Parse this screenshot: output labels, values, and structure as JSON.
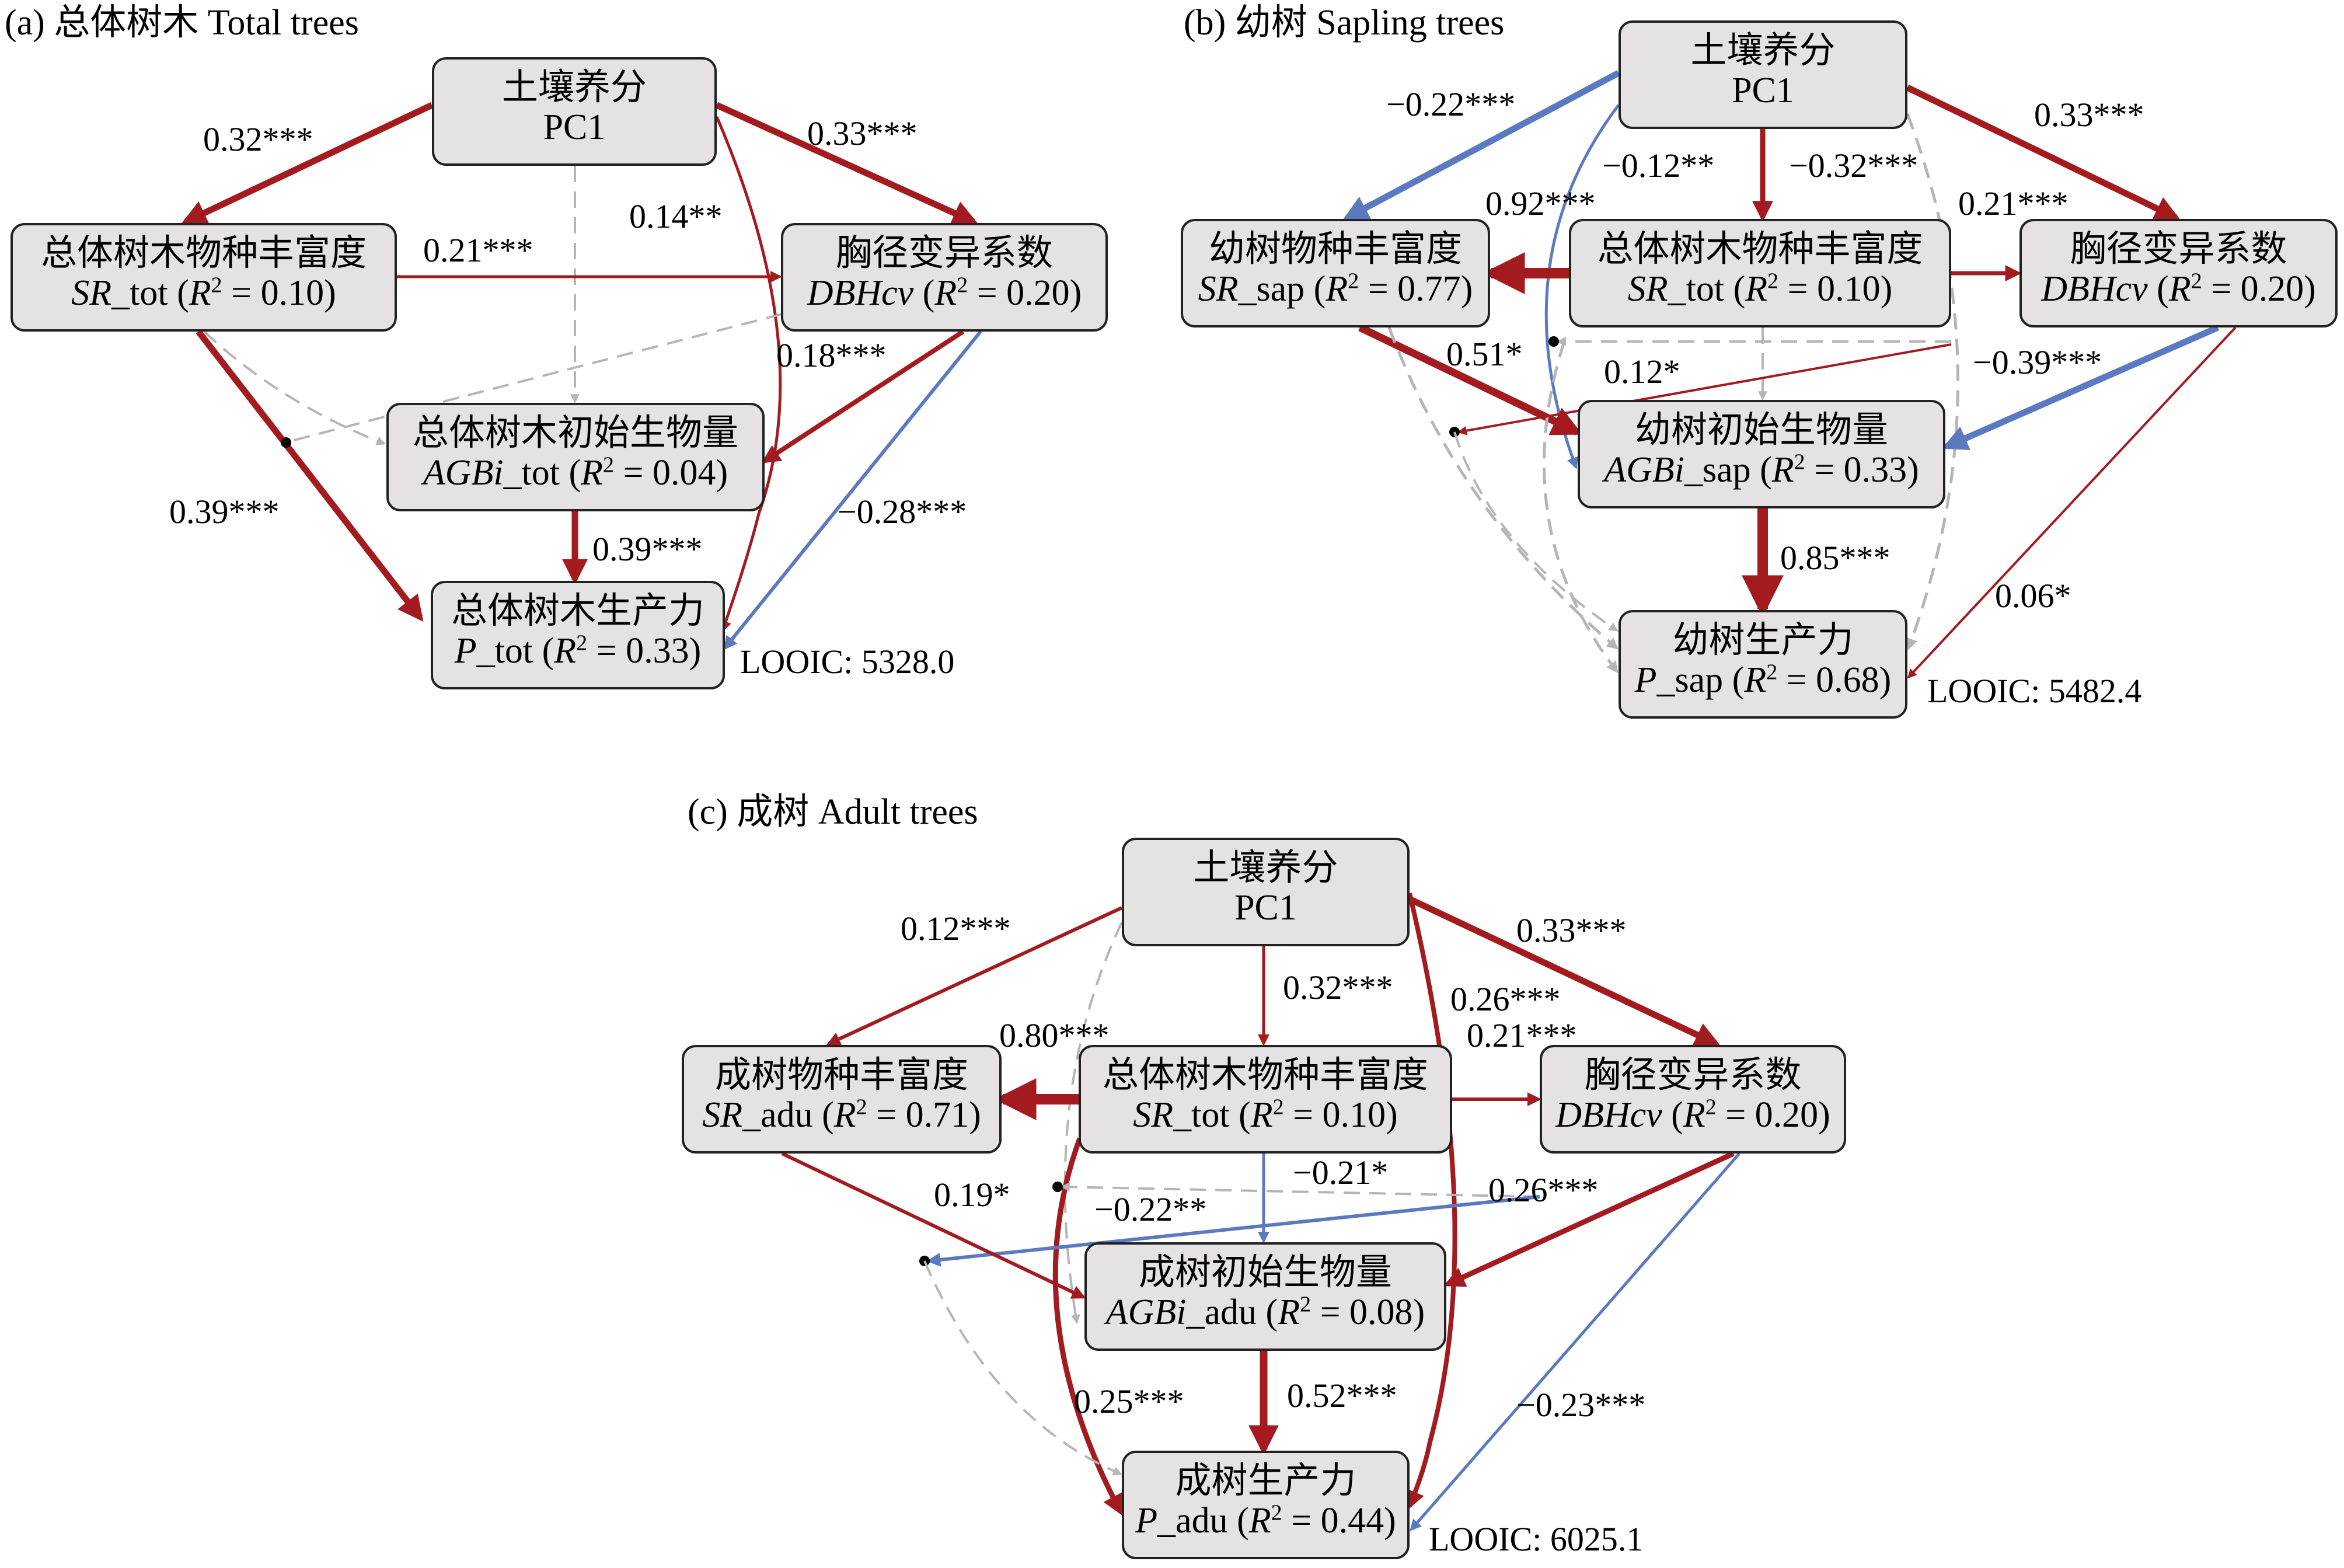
{
  "colors": {
    "positive": "#a31a1f",
    "negative": "#5b79c0",
    "nonsignificant": "#b5b5b5",
    "node_fill": "#e4e2e3"
  },
  "panels": {
    "a": {
      "title": "(a) 总体树木 Total trees",
      "nodes": {
        "pc1": {
          "line1": "土壤养分",
          "line2": "PC1"
        },
        "sr": {
          "line1": "总体树木物种丰富度",
          "line2_i": "SR",
          "line2_r": "_tot (",
          "line2_i2": "R",
          "sup": "2",
          "line2_end": " = 0.10)"
        },
        "dbh": {
          "line1": "胸径变异系数",
          "line2_i": "DBHcv",
          "line2_r": " (",
          "line2_i2": "R",
          "sup": "2",
          "line2_end": " = 0.20)"
        },
        "agb": {
          "line1": "总体树木初始生物量",
          "line2_i": "AGBi",
          "line2_r": "_tot (",
          "line2_i2": "R",
          "sup": "2",
          "line2_end": " = 0.04)"
        },
        "p": {
          "line1": "总体树木生产力",
          "line2_i": "P",
          "line2_r": "_tot (",
          "line2_i2": "R",
          "sup": "2",
          "line2_end": " = 0.33)"
        }
      },
      "coefs": [
        "0.32***",
        "0.33***",
        "0.14**",
        "0.21***",
        "0.18***",
        "0.39***",
        "0.39***",
        "−0.28***"
      ],
      "looic": "LOOIC: 5328.0"
    },
    "b": {
      "title": "(b) 幼树 Sapling trees",
      "nodes": {
        "pc1": {
          "line1": "土壤养分",
          "line2": "PC1"
        },
        "srsap": {
          "line1": "幼树物种丰富度",
          "line2_i": "SR",
          "line2_r": "_sap (",
          "line2_i2": "R",
          "sup": "2",
          "line2_end": " = 0.77)"
        },
        "srtot": {
          "line1": "总体树木物种丰富度",
          "line2_i": "SR",
          "line2_r": "_tot (",
          "line2_i2": "R",
          "sup": "2",
          "line2_end": " = 0.10)"
        },
        "dbh": {
          "line1": "胸径变异系数",
          "line2_i": "DBHcv",
          "line2_r": " (",
          "line2_i2": "R",
          "sup": "2",
          "line2_end": " = 0.20)"
        },
        "agb": {
          "line1": "幼树初始生物量",
          "line2_i": "AGBi",
          "line2_r": "_sap (",
          "line2_i2": "R",
          "sup": "2",
          "line2_end": " = 0.33)"
        },
        "p": {
          "line1": "幼树生产力",
          "line2_i": "P",
          "line2_r": "_sap (",
          "line2_i2": "R",
          "sup": "2",
          "line2_end": " = 0.68)"
        }
      },
      "coefs": [
        "−0.22***",
        "0.33***",
        "−0.12**",
        "−0.32***",
        "0.92***",
        "0.21***",
        "0.51*",
        "0.12*",
        "−0.39***",
        "0.85***",
        "0.06*"
      ],
      "looic": "LOOIC: 5482.4"
    },
    "c": {
      "title": "(c) 成树 Adult trees",
      "nodes": {
        "pc1": {
          "line1": "土壤养分",
          "line2": "PC1"
        },
        "sradu": {
          "line1": "成树物种丰富度",
          "line2_i": "SR",
          "line2_r": "_adu (",
          "line2_i2": "R",
          "sup": "2",
          "line2_end": " = 0.71)"
        },
        "srtot": {
          "line1": "总体树木物种丰富度",
          "line2_i": "SR",
          "line2_r": "_tot (",
          "line2_i2": "R",
          "sup": "2",
          "line2_end": " = 0.10)"
        },
        "dbh": {
          "line1": "胸径变异系数",
          "line2_i": "DBHcv",
          "line2_r": " (",
          "line2_i2": "R",
          "sup": "2",
          "line2_end": " = 0.20)"
        },
        "agb": {
          "line1": "成树初始生物量",
          "line2_i": "AGBi",
          "line2_r": "_adu (",
          "line2_i2": "R",
          "sup": "2",
          "line2_end": " = 0.08)"
        },
        "p": {
          "line1": "成树生产力",
          "line2_i": "P",
          "line2_r": "_adu (",
          "line2_i2": "R",
          "sup": "2",
          "line2_end": " = 0.44)"
        }
      },
      "coefs": [
        "0.12***",
        "0.33***",
        "0.32***",
        "0.26***",
        "0.80***",
        "0.21***",
        "−0.21*",
        "0.19*",
        "−0.22**",
        "0.26***",
        "0.25***",
        "0.52***",
        "−0.23***"
      ],
      "looic": "LOOIC: 6025.1"
    }
  }
}
